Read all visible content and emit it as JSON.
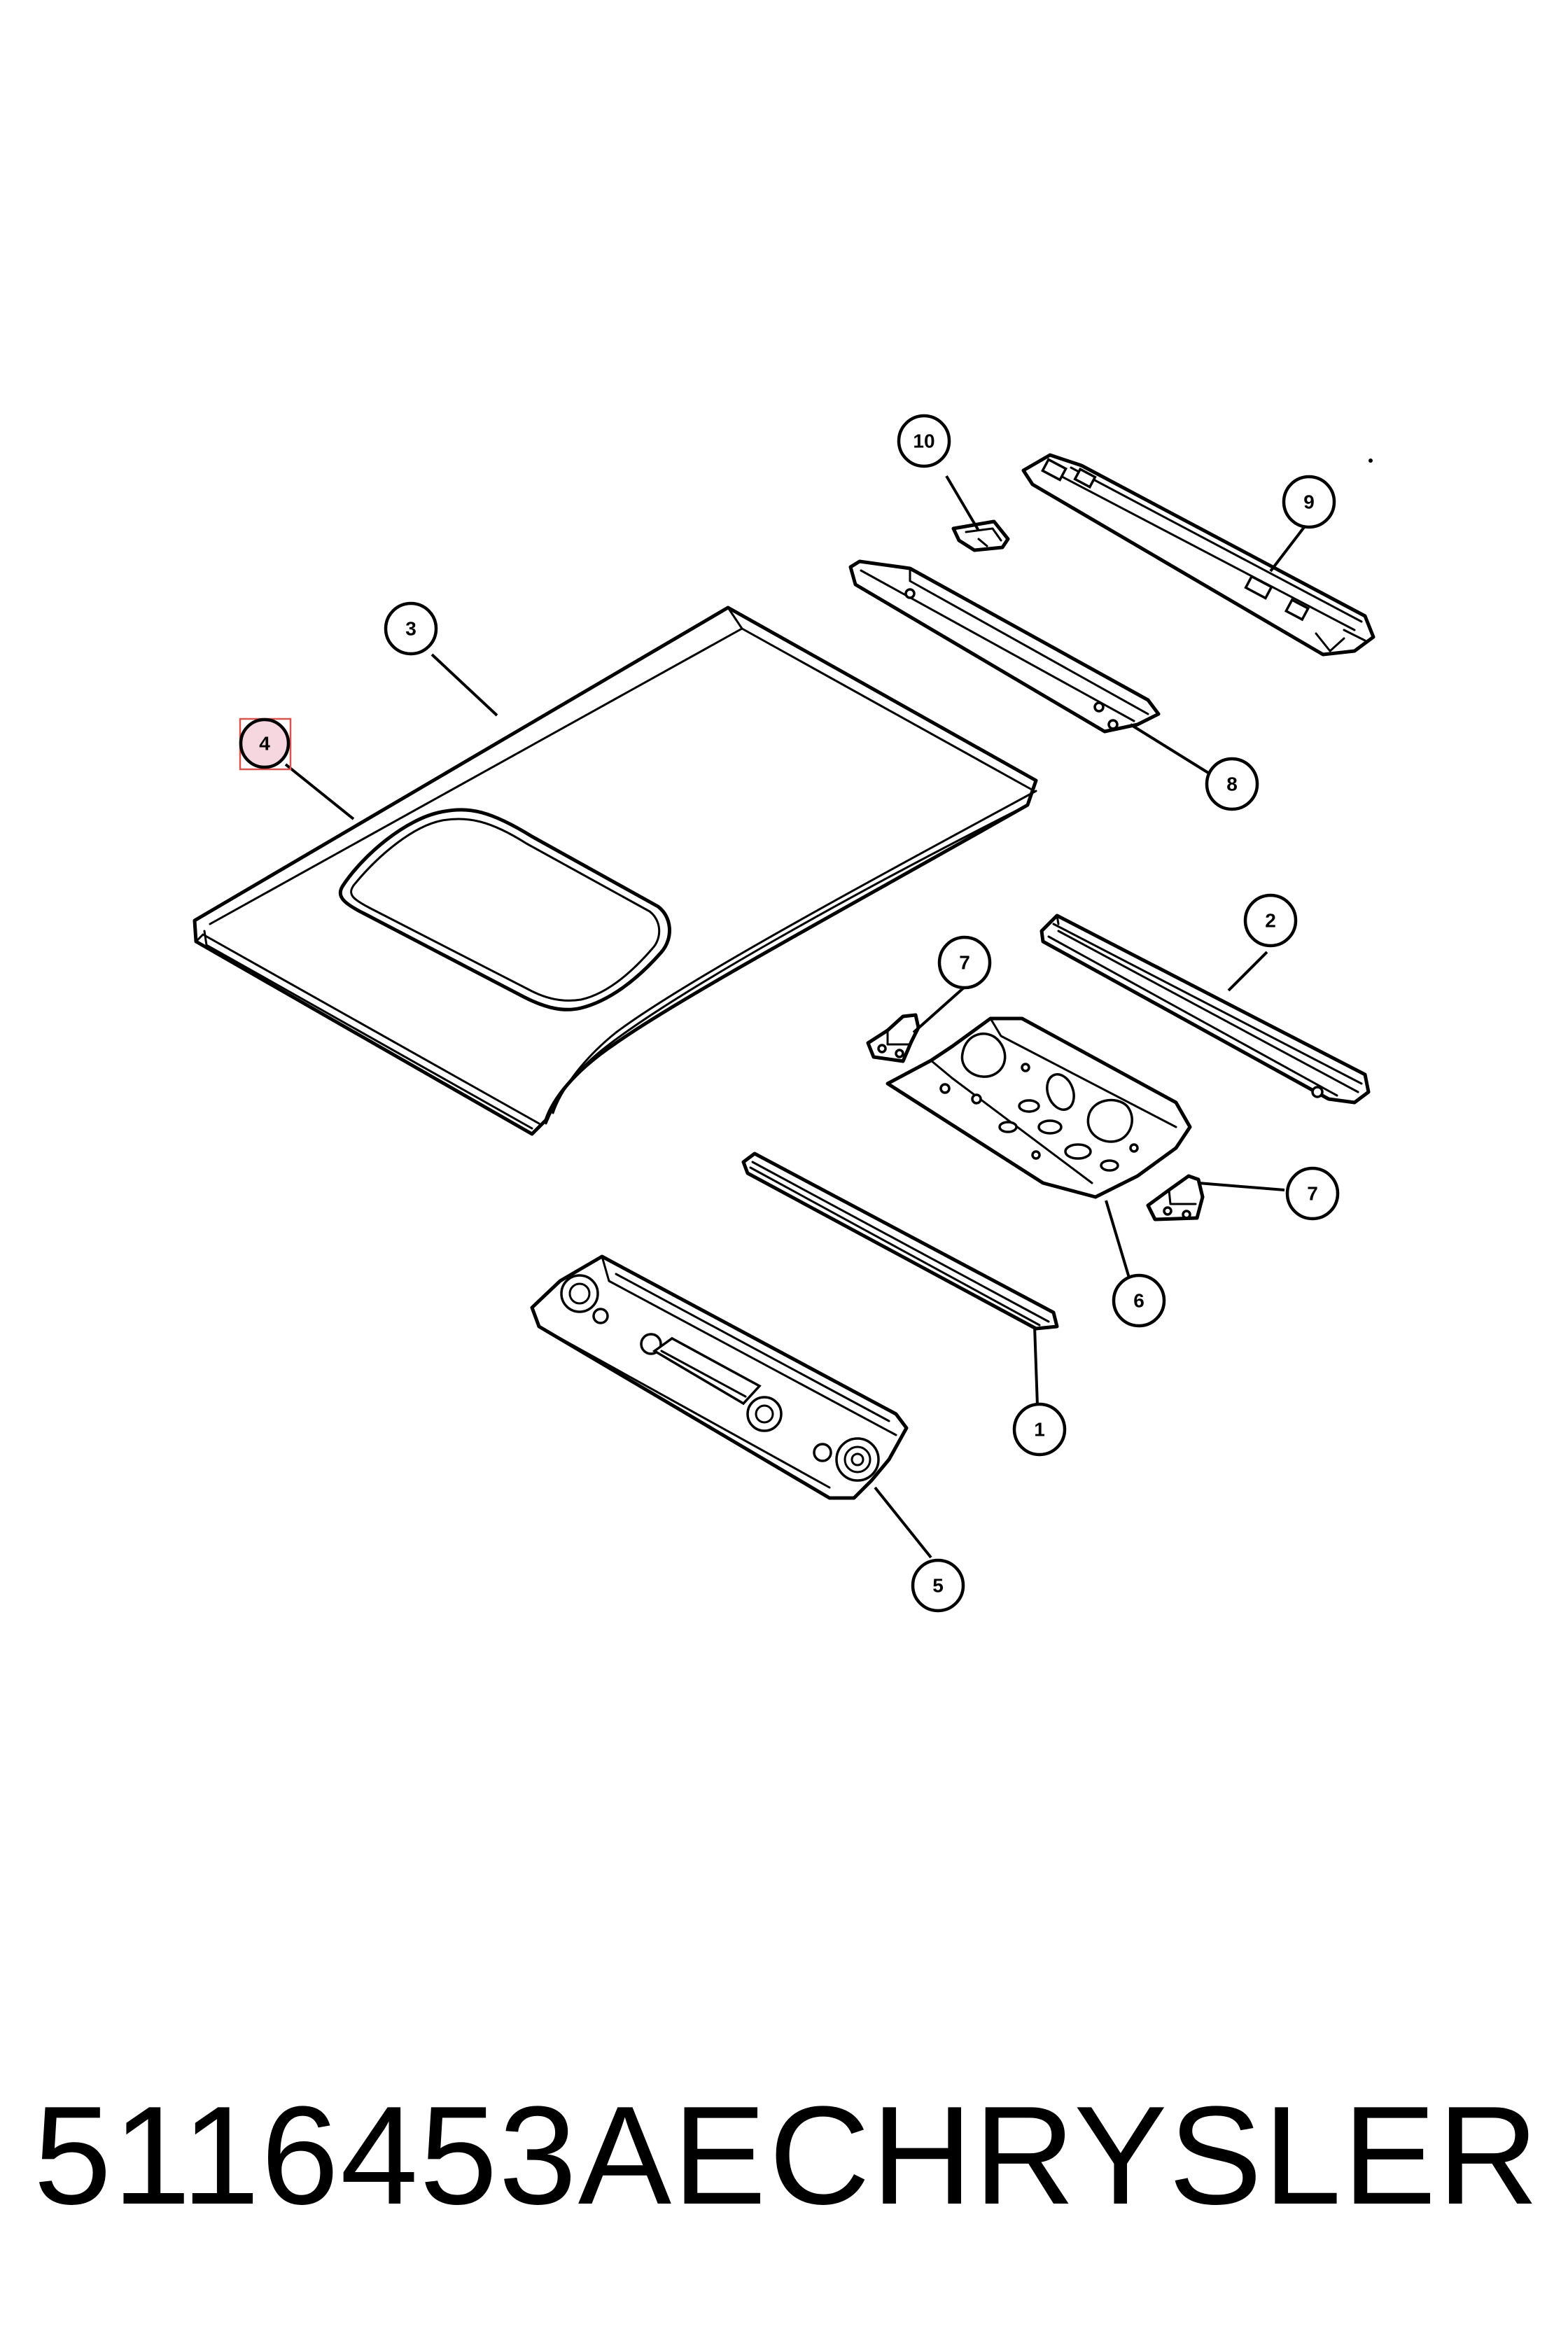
{
  "diagram": {
    "callouts": [
      {
        "id": "c10",
        "label": "10"
      },
      {
        "id": "c9",
        "label": "9"
      },
      {
        "id": "c3",
        "label": "3"
      },
      {
        "id": "c4",
        "label": "4",
        "highlighted": true
      },
      {
        "id": "c8",
        "label": "8"
      },
      {
        "id": "c2",
        "label": "2"
      },
      {
        "id": "c7a",
        "label": "7"
      },
      {
        "id": "c7b",
        "label": "7"
      },
      {
        "id": "c6",
        "label": "6"
      },
      {
        "id": "c1",
        "label": "1"
      },
      {
        "id": "c5",
        "label": "5"
      }
    ],
    "highlight_color": "#f6d6df",
    "highlight_border_color": "#d9534f",
    "line_color": "#000000"
  },
  "caption": {
    "part_number": "5116453AE",
    "brand": "CHRYSLER"
  }
}
